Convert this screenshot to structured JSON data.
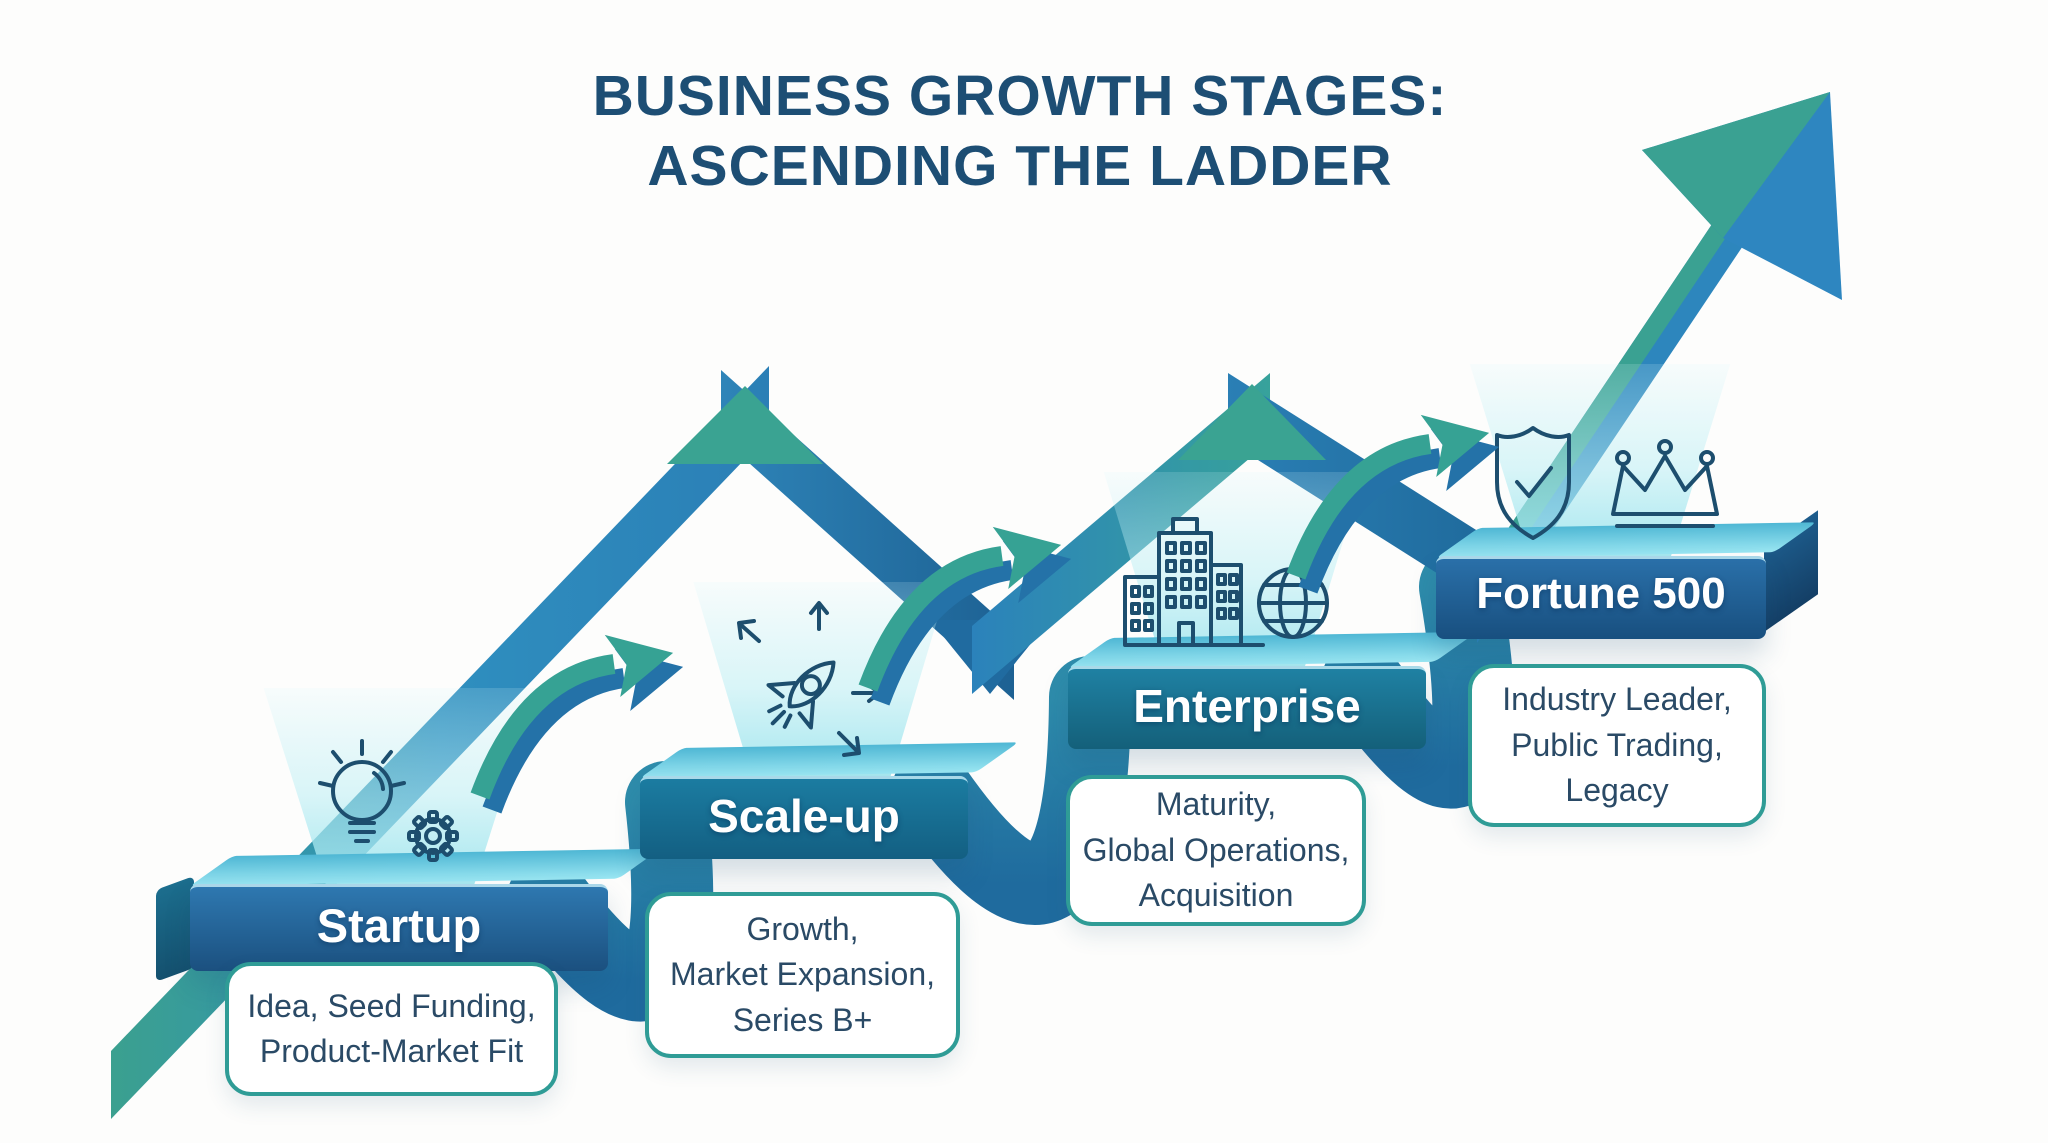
{
  "title": {
    "line1": "BUSINESS GROWTH STAGES:",
    "line2": "ASCENDING THE LADDER"
  },
  "stages": [
    {
      "name": "Startup",
      "desc_lines": [
        "Idea, Seed Funding,",
        "Product-Market Fit"
      ],
      "icons": [
        "lightbulb-icon",
        "gear-icon"
      ]
    },
    {
      "name": "Scale-up",
      "desc_lines": [
        "Growth,",
        "Market Expansion,",
        "Series B+"
      ],
      "icons": [
        "rocket-icon",
        "expansion-arrows-icon"
      ]
    },
    {
      "name": "Enterprise",
      "desc_lines": [
        "Maturity,",
        "Global Operations,",
        "Acquisition"
      ],
      "icons": [
        "building-icon",
        "globe-icon"
      ]
    },
    {
      "name": "Fortune 500",
      "desc_lines": [
        "Industry Leader,",
        "Public Trading,",
        "Legacy"
      ],
      "icons": [
        "shield-check-icon",
        "crown-icon"
      ]
    }
  ],
  "colors": {
    "title_text": "#1d4e74",
    "ribbon_teal": "#3aa392",
    "ribbon_blue": "#2b82bb",
    "ribbon_dark_blue": "#1d6193",
    "platform_label_text": "#ffffff",
    "box_border": "#2f9c96",
    "box_text": "#2a4a66",
    "icon_stroke": "#1d4e6e",
    "glow": "#a0e5ee"
  }
}
